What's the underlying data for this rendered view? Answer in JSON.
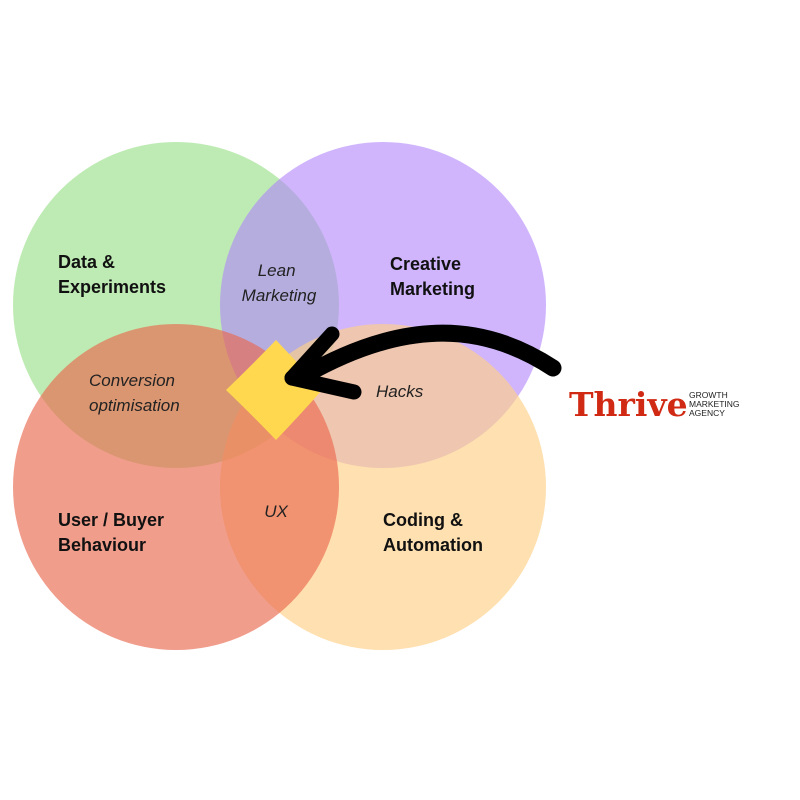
{
  "circles": [
    {
      "id": "data",
      "label_lines": [
        "Data &",
        "Experiments"
      ],
      "color": "#9be08a"
    },
    {
      "id": "creative",
      "label_lines": [
        "Creative",
        "Marketing"
      ],
      "color": "#b083fb"
    },
    {
      "id": "user",
      "label_lines": [
        "User / Buyer",
        "Behaviour"
      ],
      "color": "#e9694f"
    },
    {
      "id": "coding",
      "label_lines": [
        "Coding &",
        "Automation"
      ],
      "color": "#ffcf86"
    }
  ],
  "overlaps": {
    "lean": [
      "Lean",
      "Marketing"
    ],
    "conversion": [
      "Conversion",
      "optimisation"
    ],
    "hacks": "Hacks",
    "ux": "UX"
  },
  "center": {
    "color": "#ffd84f"
  },
  "arrow": {
    "color": "#000000"
  },
  "logo": {
    "word": "Thrive",
    "color": "#d12a14",
    "tagline": [
      "GROWTH",
      "MARKETING",
      "AGENCY"
    ]
  }
}
